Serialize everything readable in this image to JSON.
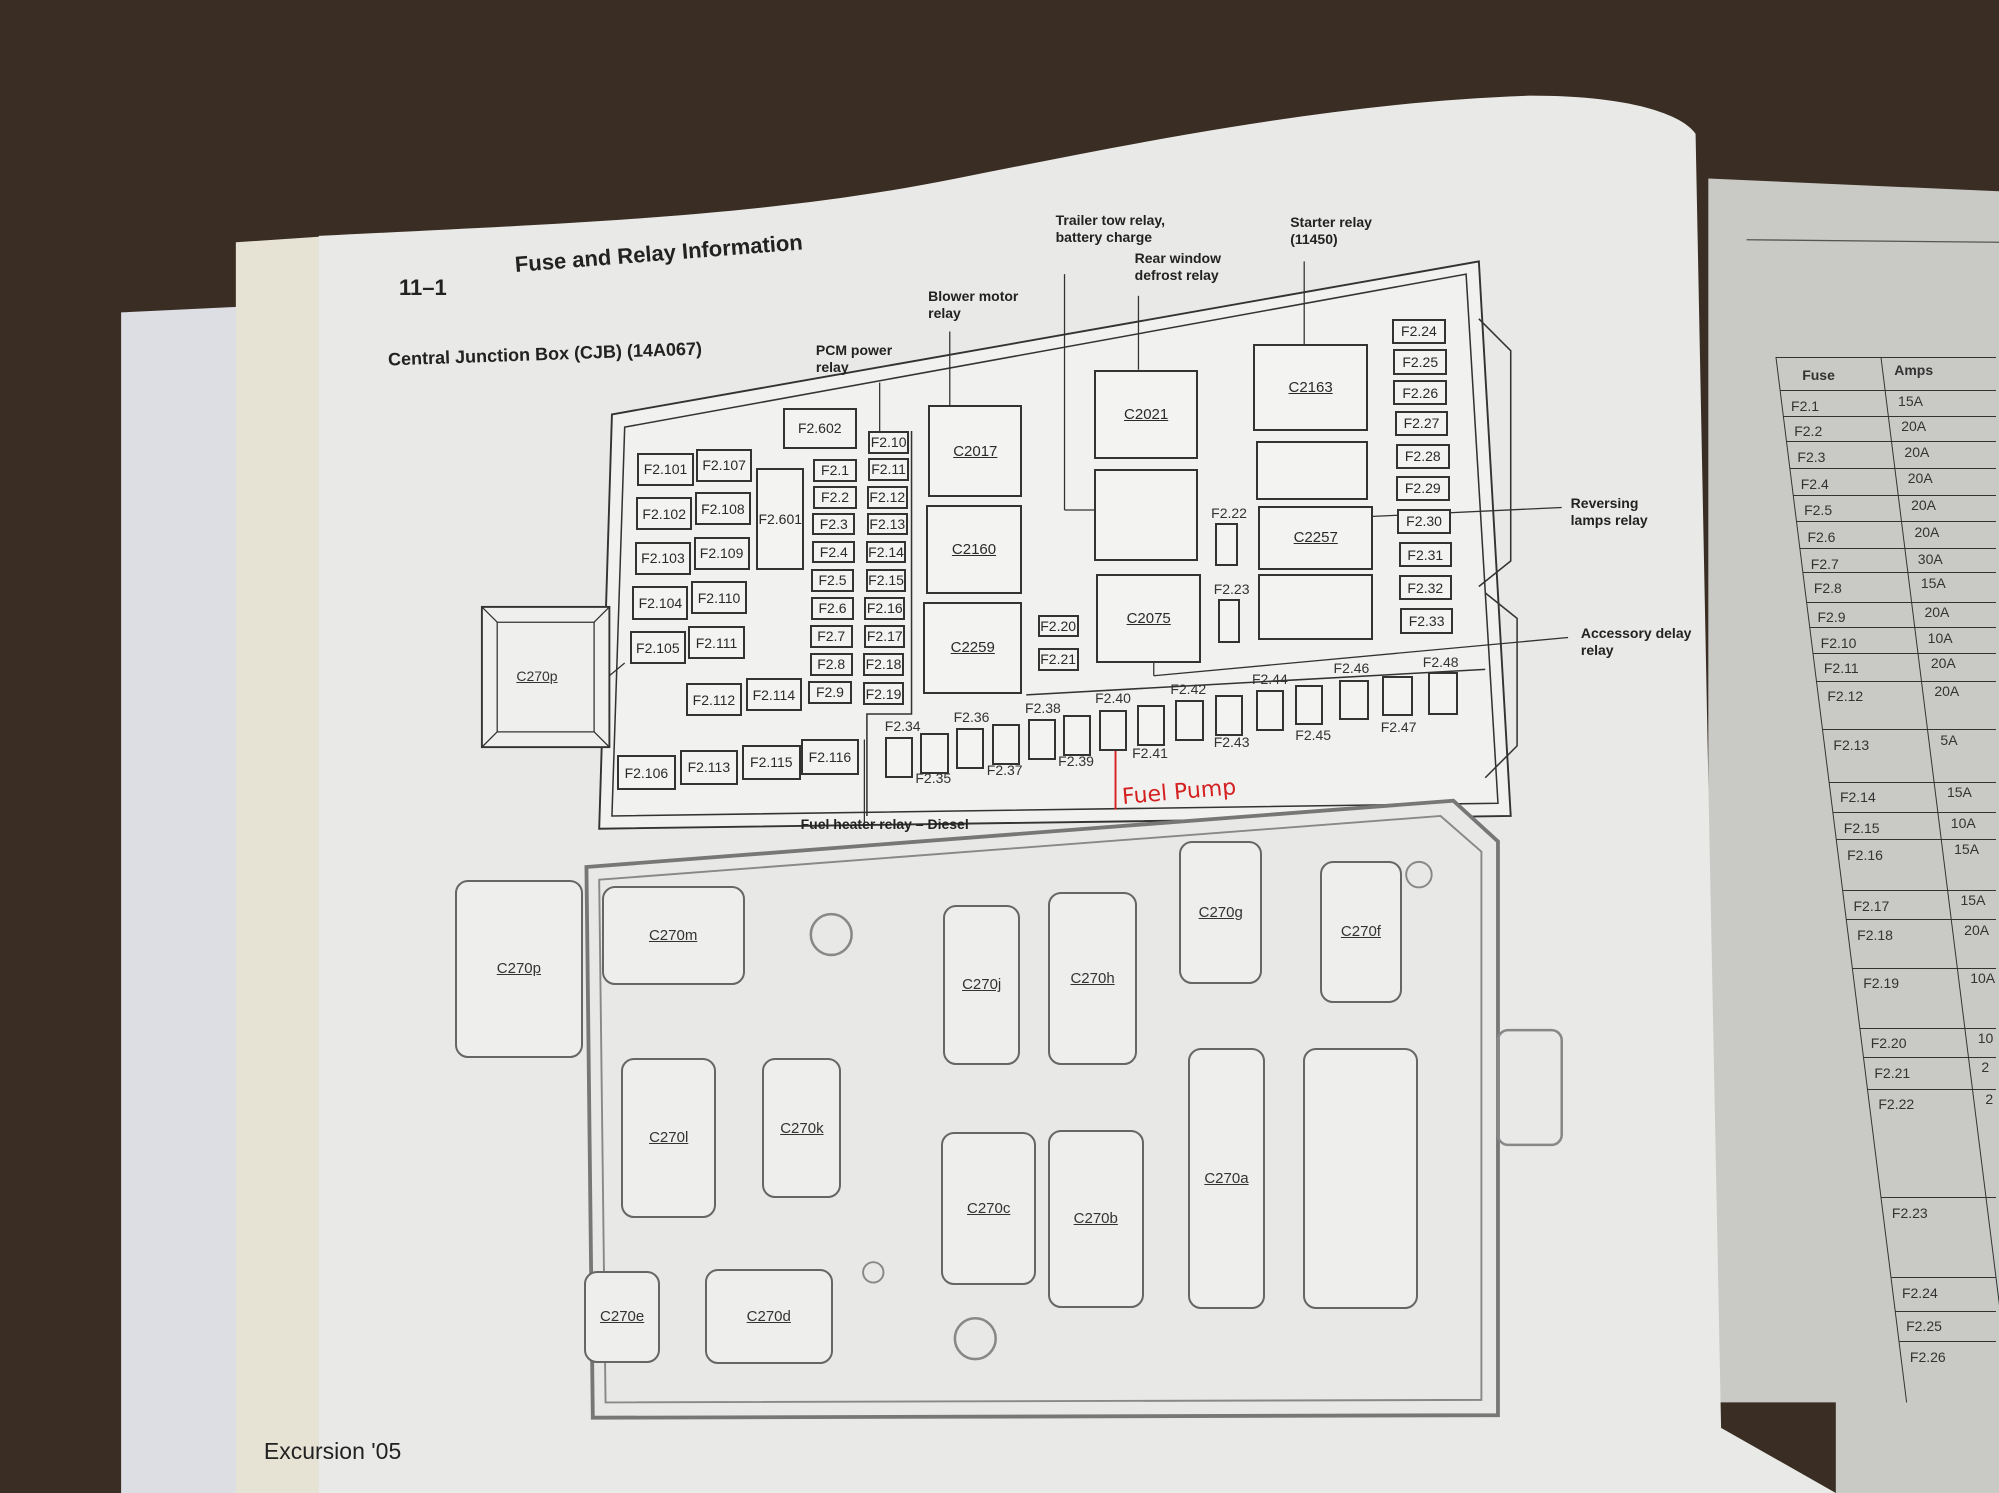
{
  "page": {
    "section_number": "11–1",
    "section_title": "Fuse and Relay Information",
    "subtitle": "Central Junction Box (CJB) (14A067)",
    "footer": "Excursion '05"
  },
  "callouts": {
    "pcm_power_relay": "PCM power relay",
    "blower_motor_relay": "Blower motor relay",
    "trailer_tow_relay": "Trailer tow relay, battery charge",
    "rear_window_defrost_relay": "Rear window defrost relay",
    "starter_relay": "Starter relay (11450)",
    "reversing_lamps_relay": "Reversing lamps relay",
    "accessory_delay_relay": "Accessory delay relay",
    "fuel_heater_relay": "Fuel heater relay – Diesel",
    "handwritten_note": "Fuel Pump"
  },
  "fuses": {
    "f2_101": "F2.101",
    "f2_102": "F2.102",
    "f2_103": "F2.103",
    "f2_104": "F2.104",
    "f2_105": "F2.105",
    "f2_106": "F2.106",
    "f2_107": "F2.107",
    "f2_108": "F2.108",
    "f2_109": "F2.109",
    "f2_110": "F2.110",
    "f2_111": "F2.111",
    "f2_112": "F2.112",
    "f2_113": "F2.113",
    "f2_114": "F2.114",
    "f2_115": "F2.115",
    "f2_116": "F2.116",
    "f2_601": "F2.601",
    "f2_602": "F2.602",
    "col1": [
      "F2.1",
      "F2.2",
      "F2.3",
      "F2.4",
      "F2.5",
      "F2.6",
      "F2.7",
      "F2.8",
      "F2.9"
    ],
    "col2": [
      "F2.10",
      "F2.11",
      "F2.12",
      "F2.13",
      "F2.14",
      "F2.15",
      "F2.16",
      "F2.17",
      "F2.18",
      "F2.19"
    ],
    "f2_20": "F2.20",
    "f2_21": "F2.21",
    "f2_22": "F2.22",
    "f2_23": "F2.23",
    "col3": [
      "F2.24",
      "F2.25",
      "F2.26",
      "F2.27",
      "F2.28",
      "F2.29",
      "F2.30",
      "F2.31",
      "F2.32",
      "F2.33"
    ],
    "row_top": [
      "F2.34",
      "F2.36",
      "F2.38",
      "F2.40",
      "F2.42",
      "F2.44",
      "F2.46",
      "F2.48"
    ],
    "row_bottom": [
      "F2.35",
      "F2.37",
      "F2.39",
      "F2.41",
      "F2.43",
      "F2.45",
      "F2.47"
    ]
  },
  "relays": {
    "c2017": "C2017",
    "c2160": "C2160",
    "c2259": "C2259",
    "c2021": "C2021",
    "c2075": "C2075",
    "c2163": "C2163",
    "c2257": "C2257"
  },
  "connectors": {
    "c270p_top": "C270p",
    "c270p": "C270p",
    "c270m": "C270m",
    "c270j": "C270j",
    "c270h": "C270h",
    "c270g": "C270g",
    "c270f": "C270f",
    "c270l": "C270l",
    "c270k": "C270k",
    "c270c": "C270c",
    "c270b": "C270b",
    "c270a": "C270a",
    "c270e": "C270e",
    "c270d": "C270d"
  },
  "table": {
    "headers": [
      "Fuse",
      "Amps"
    ],
    "rows": [
      [
        "F2.1",
        "15A"
      ],
      [
        "F2.2",
        "20A"
      ],
      [
        "F2.3",
        "20A"
      ],
      [
        "F2.4",
        "20A"
      ],
      [
        "F2.5",
        "20A"
      ],
      [
        "F2.6",
        "20A"
      ],
      [
        "F2.7",
        "30A"
      ],
      [
        "F2.8",
        "15A"
      ],
      [
        "F2.9",
        "20A"
      ],
      [
        "F2.10",
        "10A"
      ],
      [
        "F2.11",
        "20A"
      ],
      [
        "F2.12",
        "20A"
      ],
      [
        "F2.13",
        "5A"
      ],
      [
        "F2.14",
        "15A"
      ],
      [
        "F2.15",
        "10A"
      ],
      [
        "F2.16",
        "15A"
      ],
      [
        "F2.17",
        "15A"
      ],
      [
        "F2.18",
        "20A"
      ],
      [
        "F2.19",
        "10A"
      ],
      [
        "F2.20",
        "10"
      ],
      [
        "F2.21",
        "2"
      ],
      [
        "F2.22",
        "2"
      ],
      [
        "F2.23",
        ""
      ],
      [
        "F2.24",
        ""
      ],
      [
        "F2.25",
        ""
      ],
      [
        "F2.26",
        ""
      ]
    ]
  }
}
